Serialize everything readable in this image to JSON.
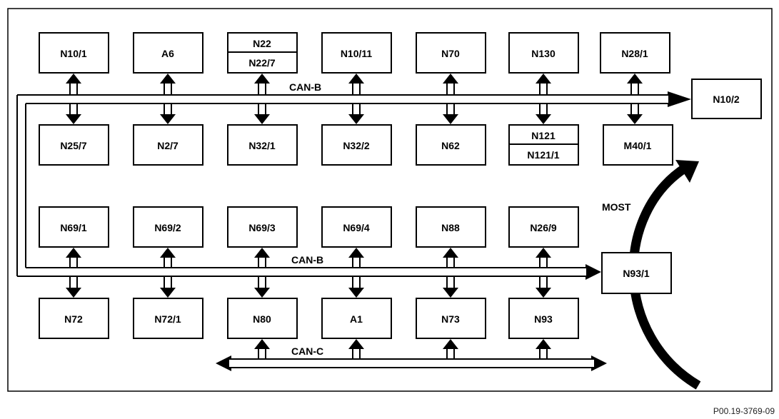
{
  "modules": {
    "n10_1": "N10/1",
    "a6": "A6",
    "n22": "N22",
    "n22_7": "N22/7",
    "n10_11": "N10/11",
    "n70": "N70",
    "n130": "N130",
    "n28_1": "N28/1",
    "n10_2": "N10/2",
    "n25_7": "N25/7",
    "n2_7": "N2/7",
    "n32_1": "N32/1",
    "n32_2": "N32/2",
    "n62": "N62",
    "n121": "N121",
    "n121_1": "N121/1",
    "m40_1": "M40/1",
    "n69_1": "N69/1",
    "n69_2": "N69/2",
    "n69_3": "N69/3",
    "n69_4": "N69/4",
    "n88": "N88",
    "n26_9": "N26/9",
    "n93_1": "N93/1",
    "n72": "N72",
    "n72_1": "N72/1",
    "n80": "N80",
    "a1": "A1",
    "n73": "N73",
    "n93": "N93"
  },
  "bus_labels": {
    "can_b_upper": "CAN-B",
    "can_b_lower": "CAN-B",
    "can_c": "CAN-C",
    "most": "MOST"
  },
  "reference": "P00.19-3769-09"
}
